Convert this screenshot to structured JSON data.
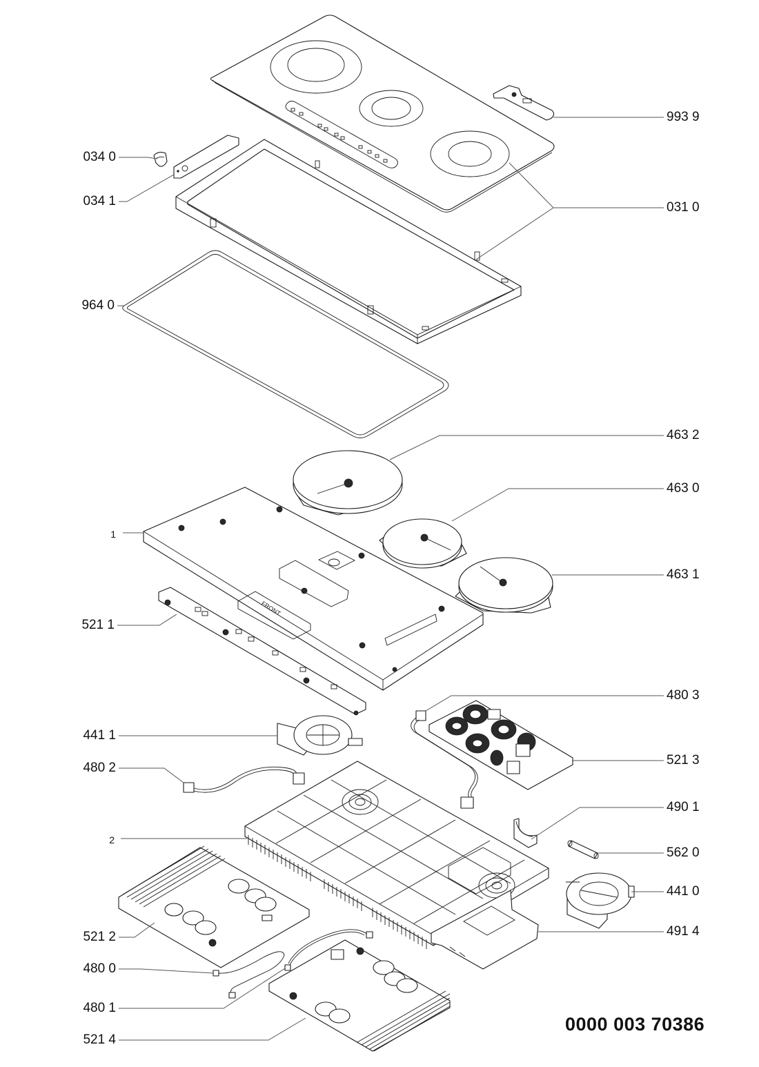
{
  "diagram": {
    "type": "exploded-parts-diagram",
    "subject": "induction hob",
    "drawing_code": "0000 003 70386",
    "engraved_text": "FRONT",
    "callouts": [
      {
        "id": "993-9",
        "label": "993 9",
        "side": "right",
        "part": "scraper"
      },
      {
        "id": "034-0",
        "label": "034 0",
        "side": "left",
        "part": "clip"
      },
      {
        "id": "034-1",
        "label": "034 1",
        "side": "left",
        "part": "bracket"
      },
      {
        "id": "031-0",
        "label": "031 0",
        "side": "right",
        "part": "glass top with frame"
      },
      {
        "id": "964-0",
        "label": "964 0",
        "side": "left",
        "part": "gasket"
      },
      {
        "id": "463-2",
        "label": "463 2",
        "side": "right",
        "part": "induction coil large"
      },
      {
        "id": "463-0",
        "label": "463 0",
        "side": "right",
        "part": "induction coil small"
      },
      {
        "id": "463-1",
        "label": "463 1",
        "side": "right",
        "part": "induction coil medium"
      },
      {
        "id": "1",
        "label": "1",
        "side": "left",
        "part": "support plate"
      },
      {
        "id": "521-1",
        "label": "521 1",
        "side": "left",
        "part": "control board"
      },
      {
        "id": "480-3",
        "label": "480 3",
        "side": "right",
        "part": "wire harness"
      },
      {
        "id": "441-1",
        "label": "441 1",
        "side": "left",
        "part": "fan"
      },
      {
        "id": "521-3",
        "label": "521 3",
        "side": "right",
        "part": "filter board"
      },
      {
        "id": "480-2",
        "label": "480 2",
        "side": "left",
        "part": "wire harness"
      },
      {
        "id": "490-1",
        "label": "490 1",
        "side": "right",
        "part": "holder"
      },
      {
        "id": "2",
        "label": "2",
        "side": "left",
        "part": "bottom housing"
      },
      {
        "id": "562-0",
        "label": "562 0",
        "side": "right",
        "part": "fuse"
      },
      {
        "id": "441-0",
        "label": "441 0",
        "side": "right",
        "part": "fan"
      },
      {
        "id": "521-2",
        "label": "521 2",
        "side": "left",
        "part": "power board"
      },
      {
        "id": "491-4",
        "label": "491 4",
        "side": "right",
        "part": "cover plate"
      },
      {
        "id": "480-0",
        "label": "480 0",
        "side": "left",
        "part": "wire harness"
      },
      {
        "id": "480-1",
        "label": "480 1",
        "side": "left",
        "part": "wire harness"
      },
      {
        "id": "521-4",
        "label": "521 4",
        "side": "left",
        "part": "power board"
      }
    ]
  }
}
